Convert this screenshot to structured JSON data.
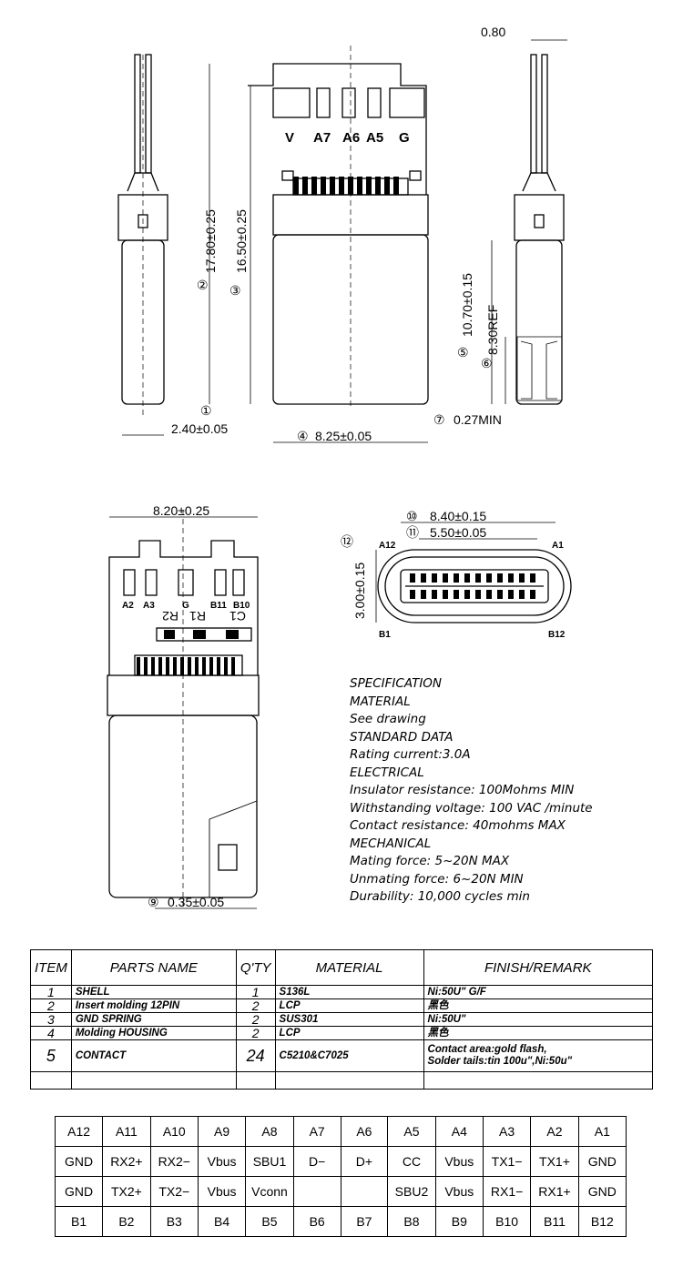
{
  "drawing": {
    "dims": {
      "d080": "0.80",
      "d1780": "17.80±0.25",
      "d1650": "16.50±0.25",
      "d1070": "10.70±0.15",
      "d830": "8.30REF",
      "d240": "2.40±0.05",
      "d825": "8.25±0.05",
      "d027": "0.27MIN",
      "d820": "8.20±0.25",
      "d840": "8.40±0.15",
      "d550": "5.50±0.05",
      "d300": "3.00±0.15",
      "d035": "0.35±0.05"
    },
    "balloons": [
      "①",
      "②",
      "③",
      "④",
      "⑤",
      "⑥",
      "⑦",
      "⑨",
      "⑩",
      "⑪",
      "⑫"
    ],
    "top_pads": [
      "V",
      "A7",
      "A6",
      "A5",
      "G"
    ],
    "bottom_pads": [
      "A2",
      "A3",
      "G",
      "B11",
      "B10"
    ],
    "components": [
      "R2",
      "R1",
      "C1"
    ],
    "pin_labels": {
      "a12": "A12",
      "a1": "A1",
      "b1": "B1",
      "b12": "B12"
    }
  },
  "specification": [
    "SPECIFICATION",
    "MATERIAL",
    "See drawing",
    "STANDARD DATA",
    "Rating current:3.0A",
    "ELECTRICAL",
    "Insulator resistance: 100Mohms MIN",
    "Withstanding voltage: 100 VAC /minute",
    "Contact resistance: 40mohms MAX",
    "MECHANICAL",
    "Mating force: 5~20N MAX",
    "Unmating force: 6~20N MIN",
    "Durability: 10,000 cycles min"
  ],
  "parts_table": {
    "headers": [
      "ITEM",
      "PARTS NAME",
      "Q'TY",
      "MATERIAL",
      "FINISH/REMARK"
    ],
    "rows": [
      [
        "1",
        "SHELL",
        "1",
        "S136L",
        "Ni:50U\" G/F"
      ],
      [
        "2",
        "Insert molding 12PIN",
        "2",
        "LCP",
        "黑色"
      ],
      [
        "3",
        "GND SPRING",
        "2",
        "SUS301",
        "Ni:50U\""
      ],
      [
        "4",
        "Molding HOUSING",
        "2",
        "LCP",
        "黑色"
      ],
      [
        "5",
        "CONTACT",
        "24",
        "C5210&C7025",
        "Contact area:gold flash,",
        "Solder tails:tin 100u\",Ni:50u\""
      ]
    ]
  },
  "pin_table": {
    "rows": [
      [
        "A12",
        "A11",
        "A10",
        "A9",
        "A8",
        "A7",
        "A6",
        "A5",
        "A4",
        "A3",
        "A2",
        "A1"
      ],
      [
        "GND",
        "RX2+",
        "RX2−",
        "Vbus",
        "SBU1",
        "D−",
        "D+",
        "CC",
        "Vbus",
        "TX1−",
        "TX1+",
        "GND"
      ],
      [
        "GND",
        "TX2+",
        "TX2−",
        "Vbus",
        "Vconn",
        "",
        "",
        "SBU2",
        "Vbus",
        "RX1−",
        "RX1+",
        "GND"
      ],
      [
        "B1",
        "B2",
        "B3",
        "B4",
        "B5",
        "B6",
        "B7",
        "B8",
        "B9",
        "B10",
        "B11",
        "B12"
      ]
    ]
  }
}
